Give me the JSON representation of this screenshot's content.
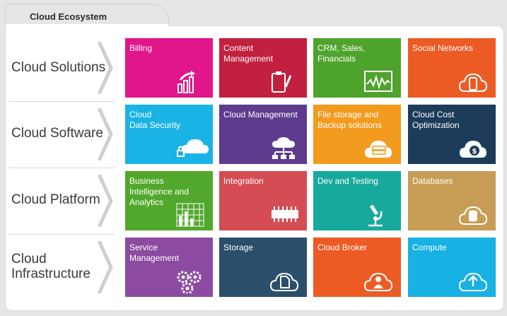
{
  "title": "Cloud Ecosystem",
  "rows": [
    {
      "label": "Cloud Solutions",
      "tiles": [
        {
          "label": "Billing",
          "color": "#e0168a",
          "icon": "bar-growth-icon"
        },
        {
          "label": "Content\nManagement",
          "color": "#c2203f",
          "icon": "clipboard-pen-icon"
        },
        {
          "label": "CRM, Sales,\nFinancials",
          "color": "#4ea32c",
          "icon": "line-chart-screen-icon"
        },
        {
          "label": "Social Networks",
          "color": "#ec5b24",
          "icon": "cloud-phone-icon"
        }
      ]
    },
    {
      "label": "Cloud Software",
      "tiles": [
        {
          "label": "Cloud\nData Security",
          "color": "#1ab3e5",
          "icon": "lock-cloud-icon"
        },
        {
          "label": "Cloud Management",
          "color": "#5e3b8c",
          "icon": "cloud-network-icon"
        },
        {
          "label": "File storage and\nBackup solutions",
          "color": "#f29b1f",
          "icon": "cloud-server-icon"
        },
        {
          "label": "Cloud Cost\nOptimization",
          "color": "#1c3c5a",
          "icon": "cloud-dollar-icon"
        }
      ]
    },
    {
      "label": "Cloud Platform",
      "tiles": [
        {
          "label": "Business\nIntelligence and\nAnalytics",
          "color": "#52a82c",
          "icon": "analytics-grid-icon"
        },
        {
          "label": "Integration",
          "color": "#d44c54",
          "icon": "chip-icon"
        },
        {
          "label": "Dev and Testing",
          "color": "#17a99c",
          "icon": "microscope-icon"
        },
        {
          "label": "Databases",
          "color": "#c79d55",
          "icon": "cloud-database-icon"
        }
      ]
    },
    {
      "label": "Cloud\nInfrastructure",
      "tiles": [
        {
          "label": "Service\nManagement",
          "color": "#8c4ba0",
          "icon": "gears-icon"
        },
        {
          "label": "Storage",
          "color": "#2b4e6b",
          "icon": "cloud-files-icon"
        },
        {
          "label": "Cloud Broker",
          "color": "#ec5b24",
          "icon": "cloud-user-icon"
        },
        {
          "label": "Compute",
          "color": "#17b1e3",
          "icon": "cloud-compute-icon"
        }
      ]
    }
  ]
}
